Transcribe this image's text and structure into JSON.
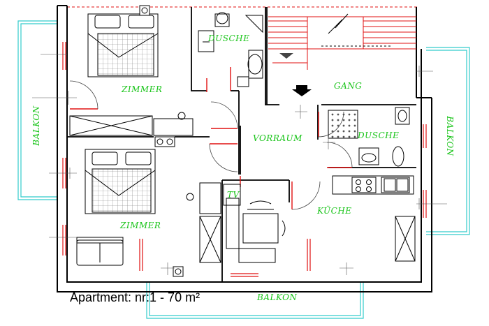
{
  "title": "Apartment: nr:1 - 70 m²",
  "labels": {
    "zimmer_top": "ZIMMER",
    "zimmer_bottom": "ZIMMER",
    "dusche_top": "DUSCHE",
    "dusche_right": "DUSCHE",
    "gang": "GANG",
    "vorraum": "VORRAUM",
    "kuche": "KÜCHE",
    "tv": "TV",
    "balkon_left": "BALKON",
    "balkon_right": "BALKON",
    "balkon_bottom": "BALKON"
  },
  "colors": {
    "wall": "#000000",
    "label": "#19c419",
    "balcony": "#33cccc",
    "door": "#e01010",
    "detail": "#555555"
  }
}
